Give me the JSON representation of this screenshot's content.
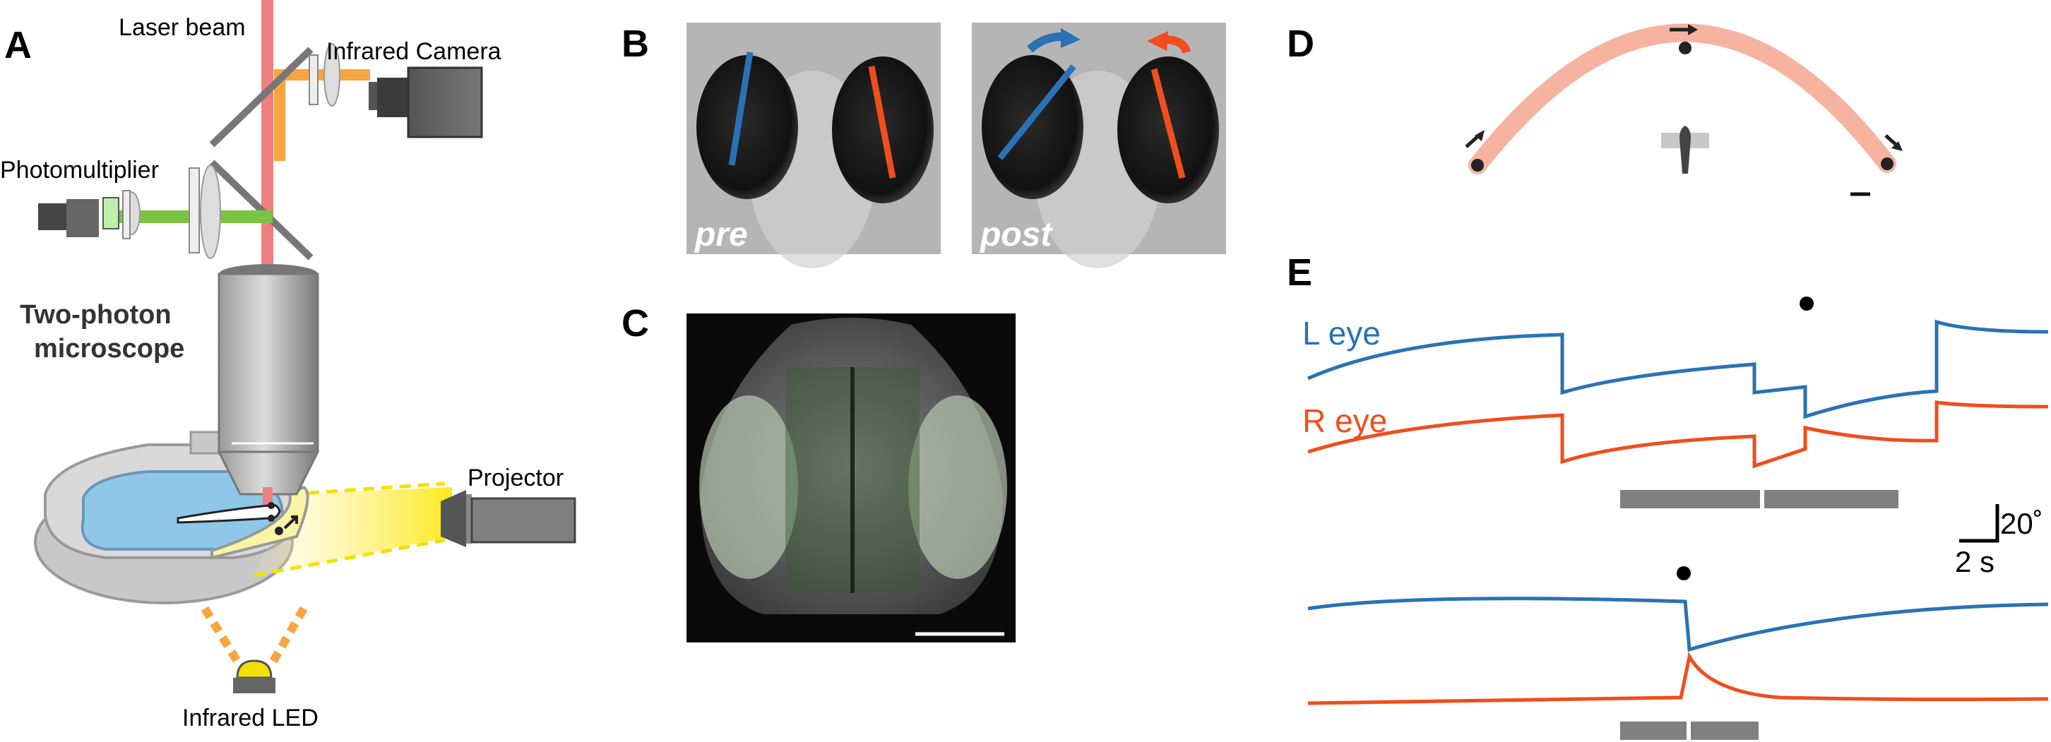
{
  "panels": {
    "a": "A",
    "b": "B",
    "c": "C",
    "d": "D",
    "e": "E"
  },
  "panel_a": {
    "laser_beam": "Laser beam",
    "infrared_camera": "Infrared Camera",
    "photomultiplier": "Photomultiplier",
    "microscope_line1": "Two-photon",
    "microscope_line2": "microscope",
    "projector": "Projector",
    "infrared_led": "Infrared LED"
  },
  "panel_b": {
    "pre": "pre",
    "post": "post"
  },
  "panel_e": {
    "left_eye": "L eye",
    "right_eye": "R eye",
    "scale_angle": "20˚",
    "scale_time": "2 s"
  },
  "colors": {
    "left_eye": "#2a72b5",
    "right_eye": "#f04e1c",
    "laser": "#f08080",
    "emission": "#7cc243",
    "infrared": "#f7a541",
    "stimulus_arc": "#f6b3a0",
    "stimulus_bar": "#808080"
  },
  "icons": [
    "laser-beam",
    "camera-icon",
    "photomultiplier-icon",
    "objective-lens",
    "projector-icon",
    "led-icon",
    "fish-icon",
    "arrow-icon"
  ]
}
